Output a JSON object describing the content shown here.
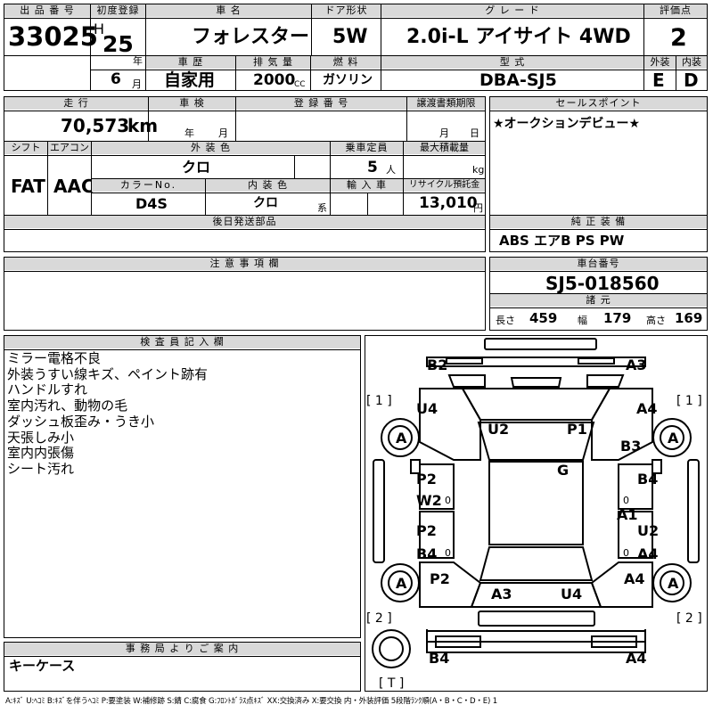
{
  "headers": {
    "lot": "出 品 番 号",
    "first_reg": "初度登録",
    "model": "車 名",
    "doors": "ドア形状",
    "grade": "グ レ ー ド",
    "score": "評価点",
    "history": "車 歴",
    "displacement": "排 気 量",
    "fuel": "燃 料",
    "model_code": "型 式",
    "exterior": "外装",
    "interior": "内装",
    "mileage": "走 行",
    "inspection": "車 検",
    "registration": "登 録 番 号",
    "transfer_deadline": "譲渡書類期限",
    "sales_point": "セールスポイント",
    "shift": "シフト",
    "aircon": "エアコン",
    "exterior_color": "外 装 色",
    "capacity": "乗車定員",
    "max_load": "最大積載量",
    "color_no": "カラーNo.",
    "interior_color": "内 装 色",
    "import": "輸 入 車",
    "recycle_fee": "リサイクル預託金",
    "later_parts": "後日発送部品",
    "genuine_equipment": "純 正 装 備",
    "notes": "注 意 事 項 欄",
    "chassis_no": "車台番号",
    "specs": "諸 元",
    "inspector_notes": "検 査 員 記 入 欄",
    "office_notice": "事 務 局 よ り ご 案 内"
  },
  "vehicle": {
    "lot_number": "33025",
    "era_prefix": "H",
    "year": "25",
    "year_unit": "年",
    "month": "6",
    "month_unit": "月",
    "model": "フォレスター",
    "doors": "5W",
    "grade": "2.0i-L アイサイト 4WD",
    "score": "2",
    "history": "自家用",
    "displacement": "2000",
    "displacement_unit": "CC",
    "fuel": "ガソリン",
    "model_code": "DBA-SJ5",
    "exterior_grade": "E",
    "interior_grade": "D",
    "mileage": "70,573",
    "mileage_unit": "km",
    "inspection_year_unit": "年",
    "inspection_month_unit": "月",
    "transfer_month_unit": "月",
    "transfer_day_unit": "日",
    "shift": "FAT",
    "aircon": "AAC",
    "exterior_color": "クロ",
    "capacity": "5",
    "capacity_unit": "人",
    "max_load_unit": "kg",
    "color_no": "D4S",
    "interior_color": "クロ",
    "interior_color_suffix": "系",
    "recycle_fee": "13,010",
    "recycle_unit": "円",
    "genuine_equipment": "ABS エアB PS PW",
    "chassis_no": "SJ5-018560",
    "sales_point": "★オークションデビュー★",
    "office_notice": "キーケース"
  },
  "dimensions": {
    "length_label": "長さ",
    "length": "459",
    "width_label": "幅",
    "width": "179",
    "height_label": "高さ",
    "height": "169"
  },
  "inspector_notes": [
    "ミラー電格不良",
    "外装うすい線キズ、ペイント跡有",
    "ハンドルすれ",
    "室内汚れ、動物の毛",
    "ダッシュ板歪み・うき小",
    "天張しみ小",
    "室内内張傷",
    "シート汚れ"
  ],
  "diagram_marks": {
    "front_left": "B2",
    "front_right": "A3",
    "hood_left": "U4",
    "hood_center": "U2",
    "hood_right": "P1",
    "front_fender_right": "A4",
    "fender_b3": "B3",
    "windshield": "G",
    "front_door_left_1": "P2",
    "front_door_left_2": "W2",
    "front_door_right": "B4",
    "pillar_right": "A1",
    "rear_door_left_1": "P2",
    "rear_door_left_2": "B4",
    "rear_door_right_1": "U2",
    "rear_door_right_2": "A4",
    "rear_left": "P2",
    "rear_right": "A4",
    "trunk_left": "A3",
    "trunk_right": "U4",
    "rear_bumper_left": "B4",
    "rear_bumper_right": "A4",
    "tire": "A",
    "small_o": "0"
  },
  "diagram_labels": {
    "front_left_bracket": "[ 1 ]",
    "front_right_bracket": "[ 1 ]",
    "rear_left_bracket": "[ 2 ]",
    "rear_right_bracket": "[ 2 ]",
    "spare_bracket": "[ T ]"
  },
  "legend": "A:ｷｽﾞ U:ﾍｺﾐ B:ｷｽﾞを伴うﾍｺﾐ P:要塗装 W:補修跡 S:錆 C:腐食 G:ﾌﾛﾝﾄｶﾞﾗｽ点ｷｽﾞ XX:交換済み X:要交換 内・外装評価 5段階ﾗﾝｸ順(A・B・C・D・E) 1"
}
